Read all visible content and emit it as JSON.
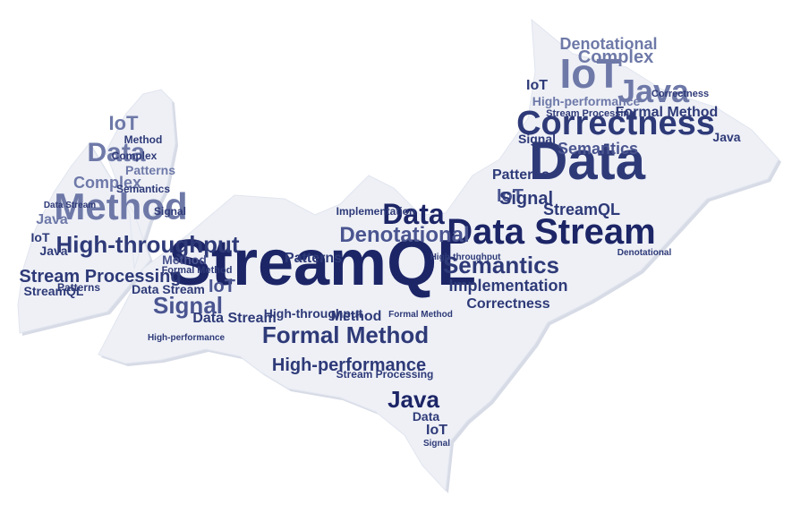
{
  "image": {
    "kind": "word cloud",
    "shape": "bat silhouette",
    "background_color": "#ffffff",
    "shape_fill": "#eef0f6",
    "shape_shadow": "#d7dbe6",
    "palette": [
      "#1c2566",
      "#2e3a78",
      "#4a5590",
      "#6e79a8",
      "#9aa3c3"
    ]
  },
  "words": [
    "StreamQL",
    "Data Stream",
    "Data",
    "Correctness",
    "IoT",
    "Java",
    "Method",
    "High-throughput",
    "Semantics",
    "Denotational",
    "Formal Method",
    "High-performance",
    "Stream Processing",
    "Patterns",
    "Signal",
    "Complex",
    "Implementation"
  ]
}
